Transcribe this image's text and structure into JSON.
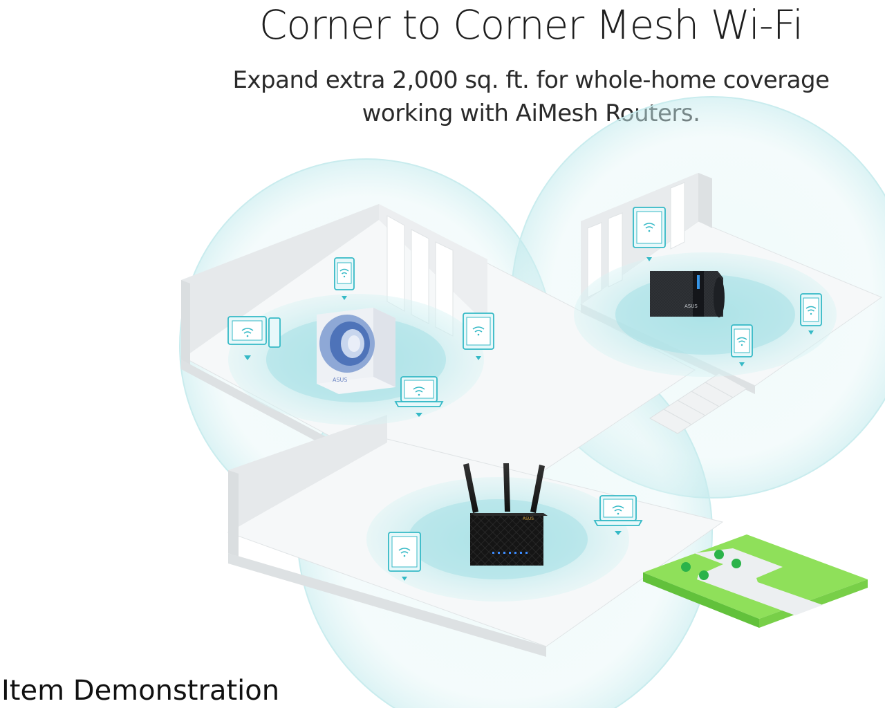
{
  "header": {
    "title": "Corner to Corner Mesh Wi-Fi",
    "subtitle_line1": "Expand extra 2,000 sq. ft. for whole-home coverage",
    "subtitle_line2": "working with AiMesh Routers."
  },
  "brand": {
    "logo_text": "ASUS"
  },
  "caption": {
    "text": "Item Demonstration"
  },
  "colors": {
    "wifi_accent": "#35b9c6",
    "coverage_fill": "#bfeaec",
    "floor": "#f4f6f7",
    "wall": "#e4e7e9",
    "lawn": "#8fe05a",
    "path": "#e9ecee",
    "tree": "#2bb34a"
  },
  "icons": {
    "device": "wifi-device-icon",
    "signal": "wifi-signal-icon"
  }
}
